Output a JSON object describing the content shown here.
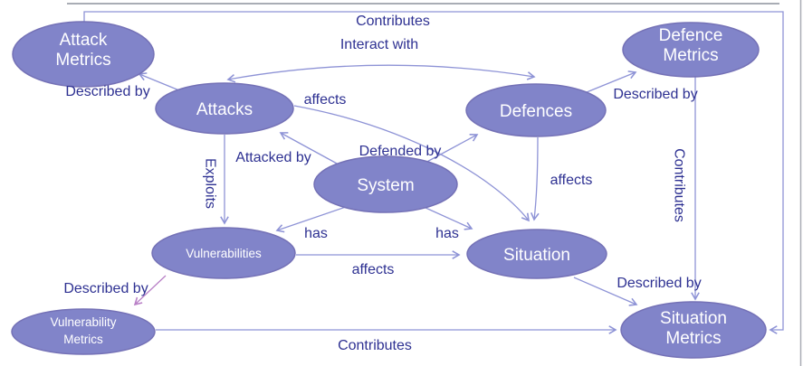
{
  "diagram": {
    "colors": {
      "node_fill": "#8184c9",
      "node_border": "#7471b6",
      "node_text": "#ffffff",
      "edge": "#8e93d6",
      "edge_pink": "#b87fc6",
      "label_text": "#2e3192",
      "frame_gray": "#a9adb5"
    },
    "nodes": {
      "attack_metrics": {
        "lines": [
          "Attack",
          "Metrics"
        ]
      },
      "defence_metrics": {
        "lines": [
          "Defence",
          "Metrics"
        ]
      },
      "attacks": {
        "label": "Attacks"
      },
      "defences": {
        "label": "Defences"
      },
      "system": {
        "label": "System"
      },
      "vulnerabilities": {
        "label": "Vulnerabilities"
      },
      "situation": {
        "label": "Situation"
      },
      "vulnerability_metrics": {
        "lines": [
          "Vulnerability",
          "Metrics"
        ]
      },
      "situation_metrics": {
        "lines": [
          "Situation",
          "Metrics"
        ]
      }
    },
    "edges": {
      "contributes_top": {
        "label": "Contributes",
        "from": "attack_metrics",
        "to": "situation_metrics"
      },
      "interact_with": {
        "label": "Interact with",
        "from": "attacks",
        "to": "defences",
        "bidirectional": true
      },
      "described_by_attacks": {
        "label": "Described by",
        "from": "attacks",
        "to": "attack_metrics"
      },
      "described_by_defences": {
        "label": "Described by",
        "from": "defences",
        "to": "defence_metrics"
      },
      "affects_attacks": {
        "label": "affects",
        "from": "attacks",
        "to": "situation"
      },
      "affects_defences": {
        "label": "affects",
        "from": "defences",
        "to": "situation"
      },
      "attacked_by": {
        "label": "Attacked by",
        "from": "system",
        "to": "attacks"
      },
      "defended_by": {
        "label": "Defended by",
        "from": "system",
        "to": "defences"
      },
      "exploits": {
        "label": "Exploits",
        "from": "attacks",
        "to": "vulnerabilities"
      },
      "contributes_right": {
        "label": "Contributes",
        "from": "defence_metrics",
        "to": "situation_metrics"
      },
      "has_vulnerabilities": {
        "label": "has",
        "from": "system",
        "to": "vulnerabilities"
      },
      "has_situation": {
        "label": "has",
        "from": "system",
        "to": "situation"
      },
      "affects_vulnerabilities": {
        "label": "affects",
        "from": "vulnerabilities",
        "to": "situation"
      },
      "described_by_vulnerabilities": {
        "label": "Described by",
        "from": "vulnerabilities",
        "to": "vulnerability_metrics"
      },
      "described_by_situation": {
        "label": "Described by",
        "from": "situation",
        "to": "situation_metrics"
      },
      "contributes_bottom": {
        "label": "Contributes",
        "from": "vulnerability_metrics",
        "to": "situation_metrics"
      }
    }
  }
}
